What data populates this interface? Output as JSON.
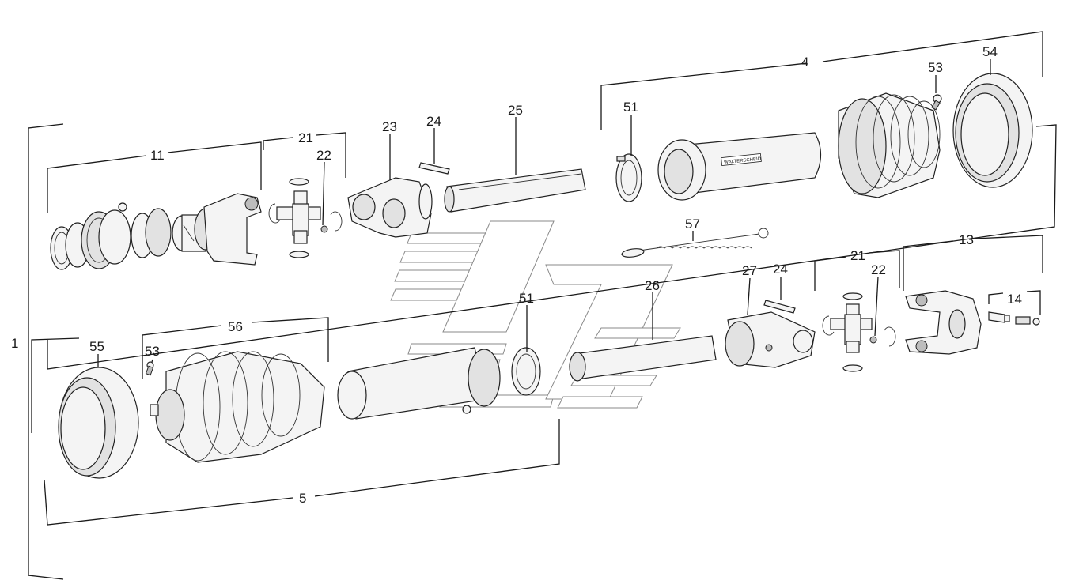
{
  "diagram": {
    "labels": {
      "assembly": "1",
      "outer_half": "4",
      "inner_half": "5",
      "yoke_outer": "11",
      "yoke_inner": "13",
      "pin_kit": "14",
      "cross_kit_a": "21",
      "cross_kit_b": "21",
      "circlip_a": "22",
      "circlip_b": "22",
      "yoke_tube_outer": "23",
      "spring_pin_a": "24",
      "spring_pin_b": "24",
      "profile_tube_outer": "25",
      "profile_tube_inner": "26",
      "yoke_tube_inner": "27",
      "bearing_ring_a": "51",
      "bearing_ring_b": "51",
      "screw_a": "53",
      "screw_b": "53",
      "cone_outer": "54",
      "cone_inner": "55",
      "bellows_inner": "56",
      "safety_chain": "57"
    },
    "tube_brand": "WALTERSCHEID"
  }
}
